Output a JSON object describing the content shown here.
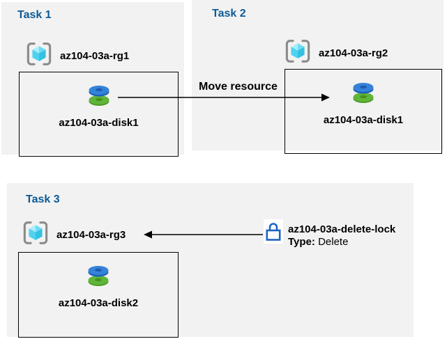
{
  "diagram": {
    "tasks": [
      {
        "title": "Task 1",
        "resource_group": "az104-03a-rg1",
        "resource": "az104-03a-disk1"
      },
      {
        "title": "Task 2",
        "resource_group": "az104-03a-rg2",
        "resource": "az104-03a-disk1"
      },
      {
        "title": "Task 3",
        "resource_group": "az104-03a-rg3",
        "resource": "az104-03a-disk2"
      }
    ],
    "move_arrow": {
      "label": "Move resource"
    },
    "lock": {
      "name": "az104-03a-delete-lock",
      "type_label": "Type:",
      "type_value": "Delete"
    },
    "icons": {
      "resource_group": "resource-group-icon",
      "disk": "disk-icon",
      "lock": "lock-icon"
    },
    "colors": {
      "panel_bg": "#f2f2f2",
      "title_blue": "#0c5a96",
      "lock_blue": "#1e63c4",
      "disk_blue": "#3583d8",
      "disk_green": "#61b43a",
      "cube_cyan_light": "#a9eefb",
      "cube_cyan_dark": "#35c1e1",
      "bracket_gray": "#8b8b8b",
      "arrow_black": "#000000"
    }
  }
}
